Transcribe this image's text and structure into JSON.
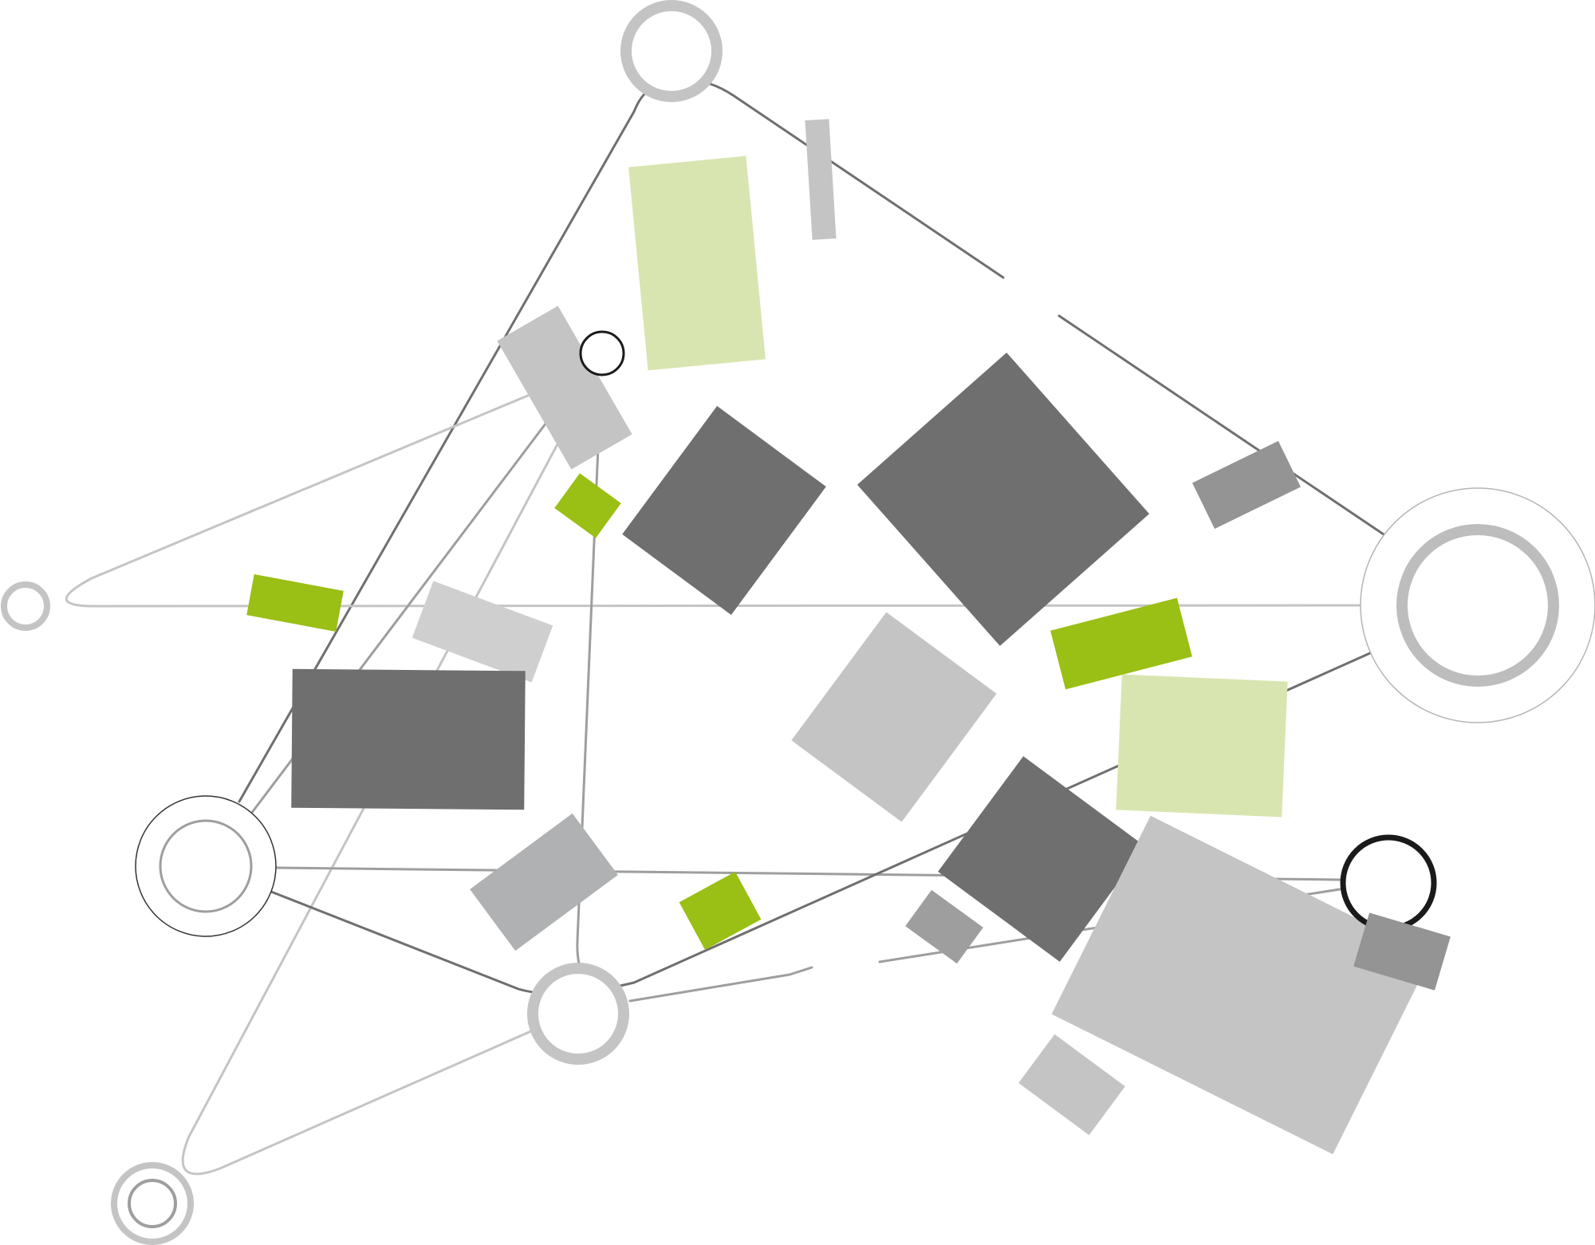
{
  "diagram": {
    "palette": {
      "background": "#ffffff",
      "light_gray": "#c4c4c4",
      "mid_gray": "#9e9e9e",
      "dark_gray": "#6f6f6f",
      "lime_green": "#9abf15",
      "pale_green": "#d9e5b0",
      "black": "#1a1a1a"
    },
    "nodes": [
      {
        "name": "node-top",
        "style": "thick-ring",
        "color": "#c4c4c4"
      },
      {
        "name": "node-small-black",
        "style": "thin-ring",
        "color": "#1a1a1a"
      },
      {
        "name": "node-left-small",
        "style": "thick-ring",
        "color": "#c4c4c4"
      },
      {
        "name": "node-right-large",
        "style": "double-ring",
        "color": "#bdbdbd"
      },
      {
        "name": "node-left-large",
        "style": "double-ring",
        "color": "#9e9e9e"
      },
      {
        "name": "node-bottom-center",
        "style": "thick-ring",
        "color": "#c4c4c4"
      },
      {
        "name": "node-right-black",
        "style": "thick-ring",
        "color": "#1a1a1a"
      },
      {
        "name": "node-bottom-left",
        "style": "double-ring",
        "color": "#bdbdbd"
      }
    ],
    "connector_count": 11,
    "block_count": 22
  }
}
